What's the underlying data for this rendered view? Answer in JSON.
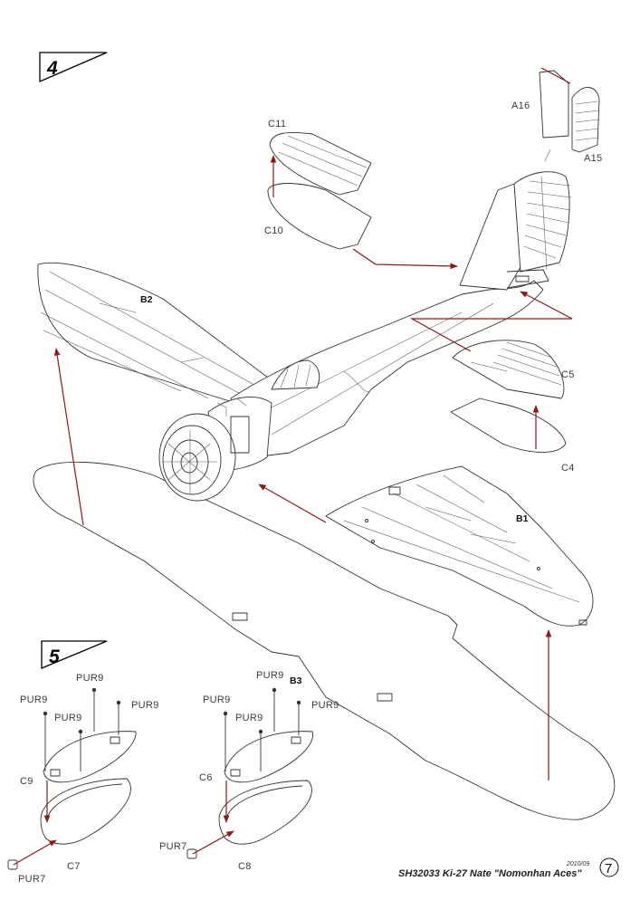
{
  "steps": {
    "s4": "4",
    "s5": "5"
  },
  "parts": {
    "c11": "C11",
    "c10": "C10",
    "a16": "A16",
    "a15": "A15",
    "b2": "B2",
    "c5": "C5",
    "c4": "C4",
    "b1": "B1",
    "pur9_a": "PUR9",
    "pur9_b": "PUR9",
    "pur9_c": "PUR9",
    "pur9_d": "PUR9",
    "pur9_e": "PUR9",
    "pur9_f": "PUR9",
    "pur9_g": "PUR9",
    "pur9_h": "PUR9",
    "b3": "B3",
    "c9": "C9",
    "c7": "C7",
    "c6": "C6",
    "c8": "C8",
    "pur7_left": "PUR7",
    "pur7_right": "PUR7"
  },
  "footer": {
    "date": "2010/09",
    "title": "SH32033  Ki-27 Nate \"Nomonhan Aces\"",
    "page_number": "7"
  },
  "colors": {
    "arrow": "#8b1a1a",
    "line": "#333333"
  }
}
